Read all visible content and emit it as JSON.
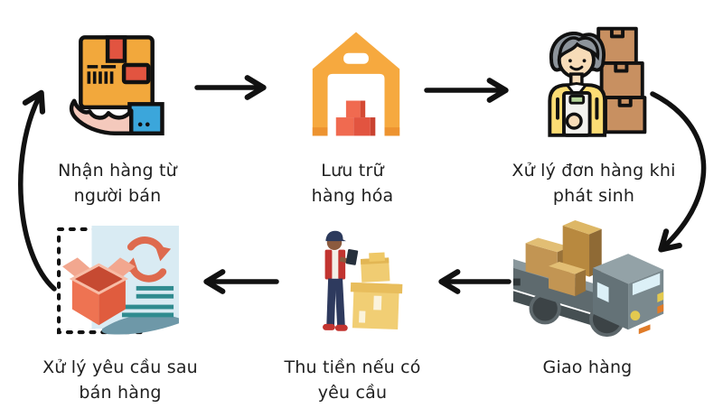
{
  "diagram": {
    "background": "#ffffff",
    "arrow_color": "#111111",
    "text_color": "#1f1f1f",
    "steps": [
      {
        "icon": "hand-receiving-package-icon",
        "lines": [
          "Nhận hàng từ",
          "người bán"
        ]
      },
      {
        "icon": "warehouse-icon",
        "lines": [
          "Lưu trữ",
          "hàng hóa"
        ]
      },
      {
        "icon": "worker-with-parcel-stack-icon",
        "lines": [
          "Xử lý đơn hàng khi",
          "phát sinh"
        ]
      },
      {
        "icon": "delivery-truck-icon",
        "lines": [
          "Giao hàng"
        ]
      },
      {
        "icon": "courier-with-clipboard-icon",
        "lines": [
          "Thu tiền nếu có",
          "yêu cầu"
        ]
      },
      {
        "icon": "after-sales-return-document-icon",
        "lines": [
          "Xử lý yêu cầu sau",
          "bán hàng"
        ]
      }
    ],
    "connections": [
      {
        "from": 0,
        "to": 1,
        "style": "straight"
      },
      {
        "from": 1,
        "to": 2,
        "style": "straight"
      },
      {
        "from": 2,
        "to": 3,
        "style": "curved-right"
      },
      {
        "from": 3,
        "to": 4,
        "style": "straight"
      },
      {
        "from": 4,
        "to": 5,
        "style": "straight"
      },
      {
        "from": 5,
        "to": 0,
        "style": "curved-left"
      }
    ],
    "colors": {
      "carton_orange": "#F2A83C",
      "accent_red": "#E25440",
      "hand_pink": "#F4C9BC",
      "sleeve_blue": "#3BA6DB",
      "carton_brown": "#C89061",
      "shirt_yellow": "#FBDC74",
      "truck_gray": "#7A898E",
      "vest_red": "#C23430",
      "pants_navy": "#2E3A5E",
      "box_yellow": "#F1CE74",
      "paper_blue": "#D9EBF3",
      "teal_line": "#2F8B8F",
      "refresh_red": "#DE6A4E"
    }
  }
}
